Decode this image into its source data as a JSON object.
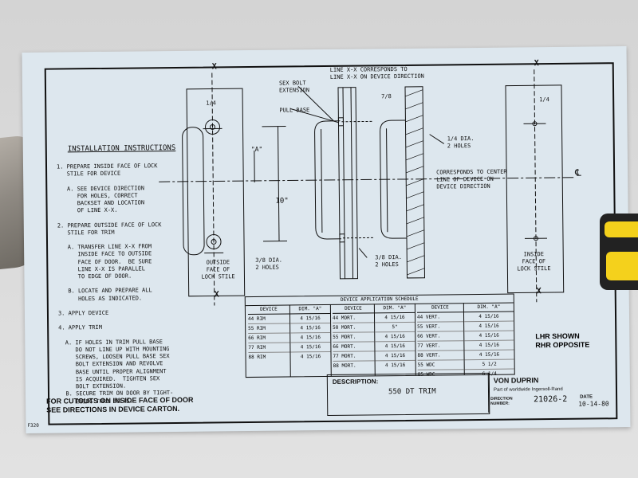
{
  "drawing": {
    "instructions_title": "INSTALLATION INSTRUCTIONS",
    "instructions": [
      "1. PREPARE INSIDE FACE OF LOCK",
      "   STILE FOR DEVICE",
      "",
      "   A. SEE DEVICE DIRECTION",
      "      FOR HOLES, CORRECT",
      "      BACKSET AND LOCATION",
      "      OF LINE X-X.",
      "",
      "2. PREPARE OUTSIDE FACE OF LOCK",
      "   STILE FOR TRIM",
      "",
      "   A. TRANSFER LINE X-X FROM",
      "      INSIDE FACE TO OUTSIDE",
      "      FACE OF DOOR.  BE SURE",
      "      LINE X-X IS PARALLEL",
      "      TO EDGE OF DOOR.",
      "",
      "   B. LOCATE AND PREPARE ALL",
      "      HOLES AS INDICATED.",
      "",
      "3. APPLY DEVICE",
      "",
      "4. APPLY TRIM",
      "",
      "  A. IF HOLES IN TRIM PULL BASE",
      "     DO NOT LINE UP WITH MOUNTING",
      "     SCREWS, LOOSEN PULL BASE SEX",
      "     BOLT EXTENSION AND REVOLVE",
      "     BASE UNTIL PROPER ALIGNMENT",
      "     IS ACQUIRED.  TIGHTEN SEX",
      "     BOLT EXTENSION.",
      "  B. SECURE TRIM ON DOOR BY TIGHT-",
      "     ENING THRU BOLTS."
    ],
    "cutout_note_line1": "FOR CUTOUTS ON INSIDE FACE OF DOOR",
    "cutout_note_line2": "SEE DIRECTIONS IN DEVICE CARTON.",
    "form_code": "F320",
    "labels": {
      "x": "X",
      "dim_a": "\"A\"",
      "ten_inch": "10\"",
      "quarter": "1/4",
      "outside_face": "OUTSIDE\nFACE OF\nLOCK STILE",
      "three_eighths_dia_left": "3/8 DIA.\n2 HOLES",
      "sex_bolt": "SEX BOLT\nEXTENSION",
      "pull_base": "PULL BASE",
      "line_xx_top": "LINE X-X CORRESPONDS TO\nLINE X-X ON DEVICE DIRECTION",
      "seven_eighths": "7/8",
      "quarter_dia": "1/4 DIA.\n2 HOLES",
      "three_eighths_dia_mid": "3/8 DIA.\n2 HOLES",
      "corresponds_center": "CORRESPONDS TO CENTER\nLINE OF DEVICE ON\nDEVICE DIRECTION",
      "centerline": "℄",
      "inside_face": "INSIDE\nFACE OF\nLOCK STILE"
    },
    "schedule": {
      "caption": "DEVICE APPLICATION SCHEDULE",
      "col_device": "DEVICE",
      "col_dim": "DIM. \"A\"",
      "group1": [
        {
          "device": "44 RIM",
          "dim": "4 15/16"
        },
        {
          "device": "55 RIM",
          "dim": "4 15/16"
        },
        {
          "device": "66 RIM",
          "dim": "4 15/16"
        },
        {
          "device": "77 RIM",
          "dim": "4 15/16"
        },
        {
          "device": "88 RIM",
          "dim": "4 15/16"
        }
      ],
      "group2": [
        {
          "device": "44 MORT.",
          "dim": "4 15/16"
        },
        {
          "device": "50 MORT.",
          "dim": "5\""
        },
        {
          "device": "55 MORT.",
          "dim": "4 15/16"
        },
        {
          "device": "66 MORT.",
          "dim": "4 15/16"
        },
        {
          "device": "77 MORT.",
          "dim": "4 15/16"
        },
        {
          "device": "88 MORT.",
          "dim": "4 15/16"
        }
      ],
      "group3": [
        {
          "device": "44 VERT.",
          "dim": "4 15/16"
        },
        {
          "device": "55 VERT.",
          "dim": "4 15/16"
        },
        {
          "device": "66 VERT.",
          "dim": "4 15/16"
        },
        {
          "device": "77 VERT.",
          "dim": "4 15/16"
        },
        {
          "device": "88 VERT.",
          "dim": "4 15/16"
        },
        {
          "device": "55 WDC",
          "dim": "5 1/2"
        },
        {
          "device": "85 WDC",
          "dim": "6 1/4"
        }
      ]
    },
    "hand_note_line1": "LHR SHOWN",
    "hand_note_line2": "RHR OPPOSITE",
    "description_label": "DESCRIPTION:",
    "description_value": "550 DT TRIM",
    "brand": "VON DUPRIN",
    "brand_sub": "Part of worldwide Ingersoll-Rand",
    "direction_label": "DIRECTION\nNUMBER:",
    "direction_number": "21026-2",
    "date_label": "DATE",
    "date_value": "10-14-80"
  }
}
